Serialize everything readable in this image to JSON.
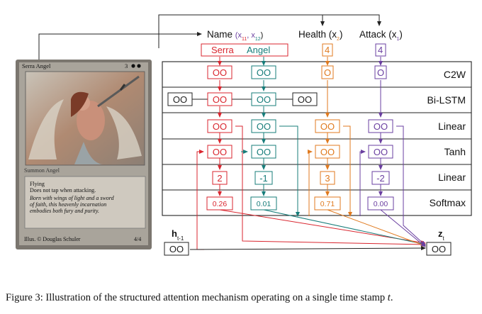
{
  "card": {
    "name": "Serra Angel",
    "cost_number": "3",
    "type_line": "Summon Angel",
    "rules_text": [
      "Flying",
      "Does not tap when attacking."
    ],
    "flavor_text": [
      "Born with wings of light and a sword",
      "of faith, this heavenly incarnation",
      "embodies both fury and purity."
    ],
    "artist": "Illus. © Douglas Schuler",
    "power_toughness": "4/4"
  },
  "fields": {
    "name_label": "Name",
    "name_sub": "(x",
    "name_sub1": "11",
    "name_sep": ", x",
    "name_sub2": "12",
    "name_close": ")",
    "health_label": "Health (x",
    "health_sub": "2",
    "health_close": ")",
    "attack_label": "Attack (x",
    "attack_sub": "1",
    "attack_close": ")"
  },
  "values": {
    "name_word1": "Serra",
    "name_word2": "Angel",
    "health": "4",
    "attack": "4"
  },
  "layers": [
    "C2W",
    "Bi-LSTM",
    "Linear",
    "Tanh",
    "Linear",
    "Softmax"
  ],
  "linear_outputs": [
    "2",
    "-1",
    "3",
    "-2"
  ],
  "softmax_outputs": [
    "0.26",
    "0.01",
    "0.71",
    "0.00"
  ],
  "node_glyph": "OO",
  "single_glyph": "O",
  "h_label": "h",
  "h_sub": "t-1",
  "z_label": "z",
  "z_sub": "t",
  "caption": {
    "prefix": "Figure 3: Illustration of the structured attention mechanism operating on a single time stamp ",
    "var": "t",
    "suffix": "."
  },
  "colors": {
    "red": "#d9262f",
    "teal": "#177d7a",
    "orange": "#e07a1f",
    "purple": "#6a3fa0",
    "black": "#222222"
  }
}
